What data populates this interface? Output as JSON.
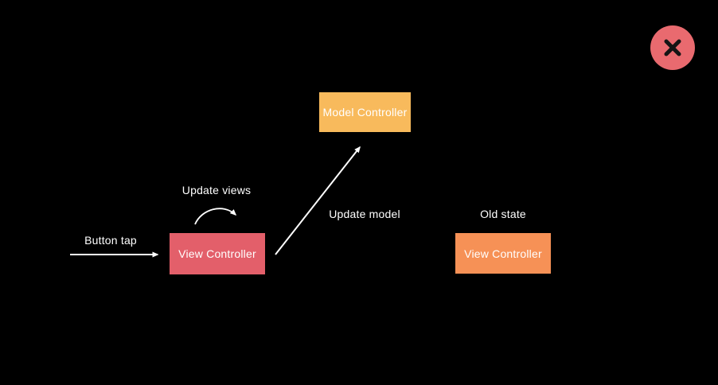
{
  "slide": {
    "background_color": "#000000",
    "arrow_color": "#ffffff",
    "text_color": "#ffffff"
  },
  "close_button": {
    "icon": "close-icon",
    "background_color": "#e96a6f",
    "glyph_color": "#141414"
  },
  "boxes": {
    "model_controller": {
      "label": "Model Controller",
      "color": "#f8ba5c"
    },
    "view_controller": {
      "label": "View Controller",
      "color": "#e35f6a"
    },
    "view_controller_old": {
      "label": "View Controller",
      "color": "#f69156"
    }
  },
  "annotations": {
    "button_tap": "Button tap",
    "update_views": "Update views",
    "update_model": "Update model",
    "old_state": "Old state"
  }
}
